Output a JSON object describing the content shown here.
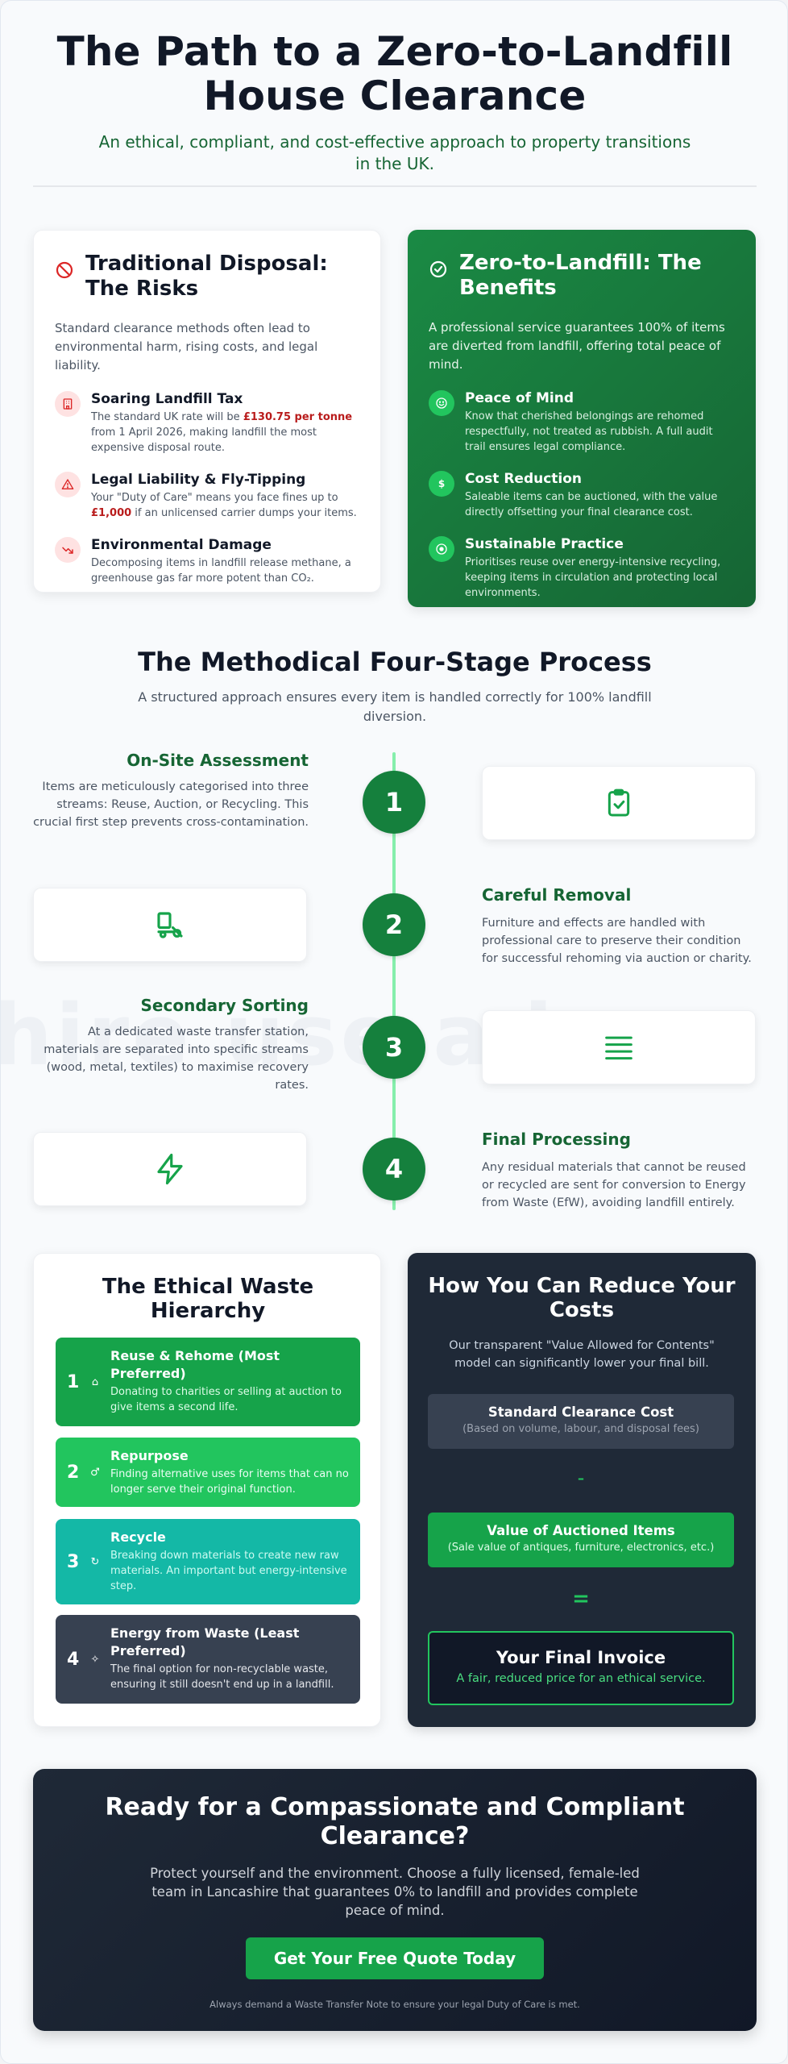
{
  "hero": {
    "title_line1": "The Path to a Zero-to-Landfill",
    "title_line2": "House Clearance",
    "subtitle": "An ethical, compliant, and cost-effective approach to property transitions in the UK."
  },
  "traditional": {
    "title": "Traditional Disposal: The Risks",
    "intro": "Standard clearance methods often lead to environmental harm, rising costs, and legal liability.",
    "items": [
      {
        "title": "Soaring Landfill Tax",
        "text_before": "The standard UK rate will be ",
        "highlight": "£130.75 per tonne",
        "text_after": " from 1 April 2026, making landfill the most expensive disposal route.",
        "icon": "building-icon"
      },
      {
        "title": "Legal Liability & Fly-Tipping",
        "text_before": "Your \"Duty of Care\" means you face fines up to ",
        "highlight": "£1,000",
        "text_after": " if an unlicensed carrier dumps your items.",
        "icon": "warning-icon"
      },
      {
        "title": "Environmental Damage",
        "text_before": "Decomposing items in landfill release methane, a greenhouse gas far more potent than CO₂.",
        "highlight": "",
        "text_after": "",
        "icon": "trend-down-icon"
      }
    ]
  },
  "benefits": {
    "title": "Zero-to-Landfill: The Benefits",
    "intro": "A professional service guarantees 100% of items are diverted from landfill, offering total peace of mind.",
    "items": [
      {
        "title": "Peace of Mind",
        "text": "Know that cherished belongings are rehomed respectfully, not treated as rubbish. A full audit trail ensures legal compliance.",
        "icon": "smile-icon"
      },
      {
        "title": "Cost Reduction",
        "text": "Saleable items can be auctioned, with the value directly offsetting your final clearance cost.",
        "icon": "dollar-icon",
        "glyph": "$"
      },
      {
        "title": "Sustainable Practice",
        "text": "Prioritises reuse over energy-intensive recycling, keeping items in circulation and protecting local environments.",
        "icon": "recycle-icon"
      }
    ]
  },
  "process": {
    "title": "The Methodical Four-Stage Process",
    "subtitle": "A structured approach ensures every item is handled correctly for 100% landfill diversion.",
    "watermark": "hire      use     ad",
    "steps": [
      {
        "number": "1",
        "title": "On-Site Assessment",
        "text": "Items are meticulously categorised into three streams: Reuse, Auction, or Recycling. This crucial first step prevents cross-contamination.",
        "icon": "clipboard-check-icon"
      },
      {
        "number": "2",
        "title": "Careful Removal",
        "text": "Furniture and effects are handled with professional care to preserve their condition for successful rehoming via auction or charity.",
        "icon": "truck-icon"
      },
      {
        "number": "3",
        "title": "Secondary Sorting",
        "text": "At a dedicated waste transfer station, materials are separated into specific streams (wood, metal, textiles) to maximise recovery rates.",
        "icon": "list-icon"
      },
      {
        "number": "4",
        "title": "Final Processing",
        "text": "Any residual materials that cannot be reused or recycled are sent for conversion to Energy from Waste (EfW), avoiding landfill entirely.",
        "icon": "lightning-icon"
      }
    ]
  },
  "hierarchy": {
    "title": "The Ethical Waste Hierarchy",
    "tiers": [
      {
        "number": "1",
        "title": "Reuse & Rehome (Most Preferred)",
        "text": "Donating to charities or selling at auction to give items a second life.",
        "icon": "gift-icon",
        "glyph": "⌂",
        "color": "#16a34a"
      },
      {
        "number": "2",
        "title": "Repurpose",
        "text": "Finding alternative uses for items that can no longer serve their original function.",
        "icon": "repurpose-icon",
        "glyph": "♂",
        "color": "#22c55e"
      },
      {
        "number": "3",
        "title": "Recycle",
        "text": "Breaking down materials to create new raw materials. An important but energy-intensive step.",
        "icon": "recycle-icon",
        "glyph": "↻",
        "color": "#14b8a6"
      },
      {
        "number": "4",
        "title": "Energy from Waste (Least Preferred)",
        "text": "The final option for non-recyclable waste, ensuring it still doesn't end up in a landfill.",
        "icon": "spark-icon",
        "glyph": "✧",
        "color": "#374151"
      }
    ]
  },
  "costs": {
    "title": "How You Can Reduce Your Costs",
    "intro": "Our transparent \"Value Allowed for Contents\" model can significantly lower your final bill.",
    "standard_title": "Standard Clearance Cost",
    "standard_sub": "(Based on volume, labour, and disposal fees)",
    "minus": "–",
    "auction_title": "Value of Auctioned Items",
    "auction_sub": "(Sale value of antiques, furniture, electronics, etc.)",
    "equals": "=",
    "final_title": "Your Final Invoice",
    "final_sub": "A fair, reduced price for an ethical service."
  },
  "cta": {
    "title": "Ready for a Compassionate and Compliant Clearance?",
    "text": "Protect yourself and the environment. Choose a fully licensed, female-led team in Lancashire that guarantees 0% to landfill and provides complete peace of mind.",
    "button": "Get Your Free Quote Today",
    "note": "Always demand a Waste Transfer Note to ensure your legal Duty of Care is met."
  },
  "colors": {
    "brand_green": "#166534",
    "accent_green": "#16a34a",
    "risk_red": "#dc2626",
    "dark": "#1f2937"
  }
}
